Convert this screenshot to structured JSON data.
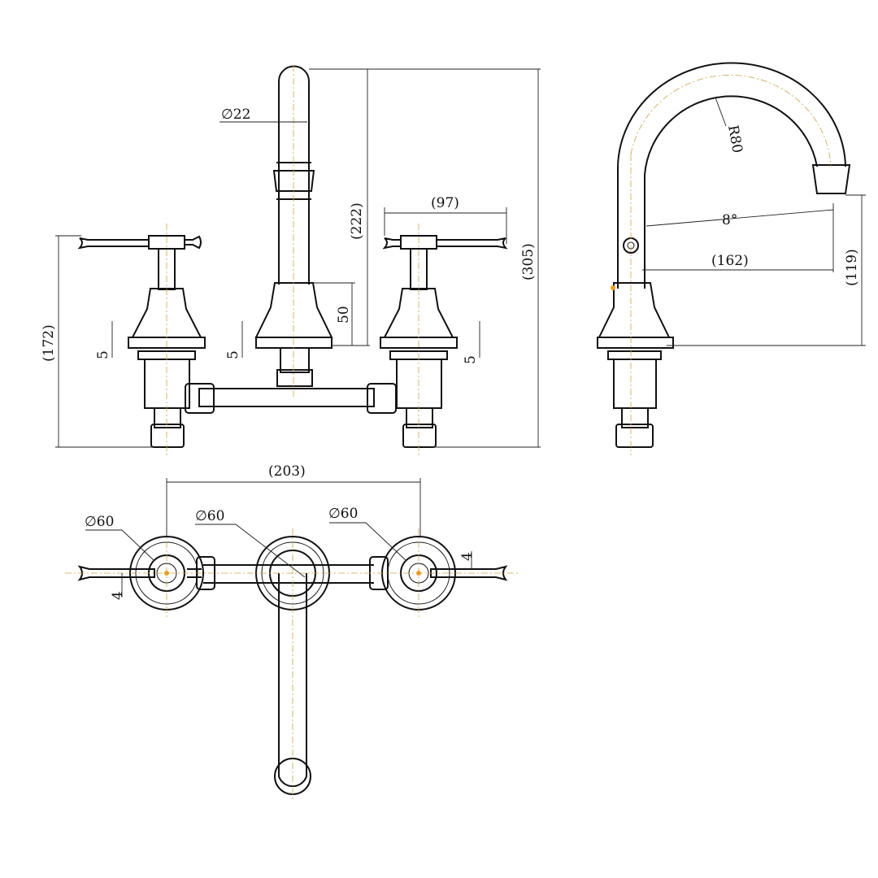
{
  "front_view": {
    "spout_diameter": "∅22",
    "spout_height": "(222)",
    "overall_height": "(305)",
    "handle_width": "(97)",
    "valve_height": "(172)",
    "spout_base_height": "50",
    "flange_left": "5",
    "flange_center": "5",
    "flange_right": "5"
  },
  "side_view": {
    "radius": "R80",
    "angle": "8°",
    "reach": "(162)",
    "outlet_height": "(119)"
  },
  "top_view": {
    "centers_spacing": "(203)",
    "diameter_left": "∅60",
    "diameter_center": "∅60",
    "diameter_right": "∅60",
    "lever_left": "4",
    "lever_right": "4"
  },
  "colors": {
    "line": "#111111",
    "centerline": "#c9a24a",
    "marker": "#f0a020"
  }
}
